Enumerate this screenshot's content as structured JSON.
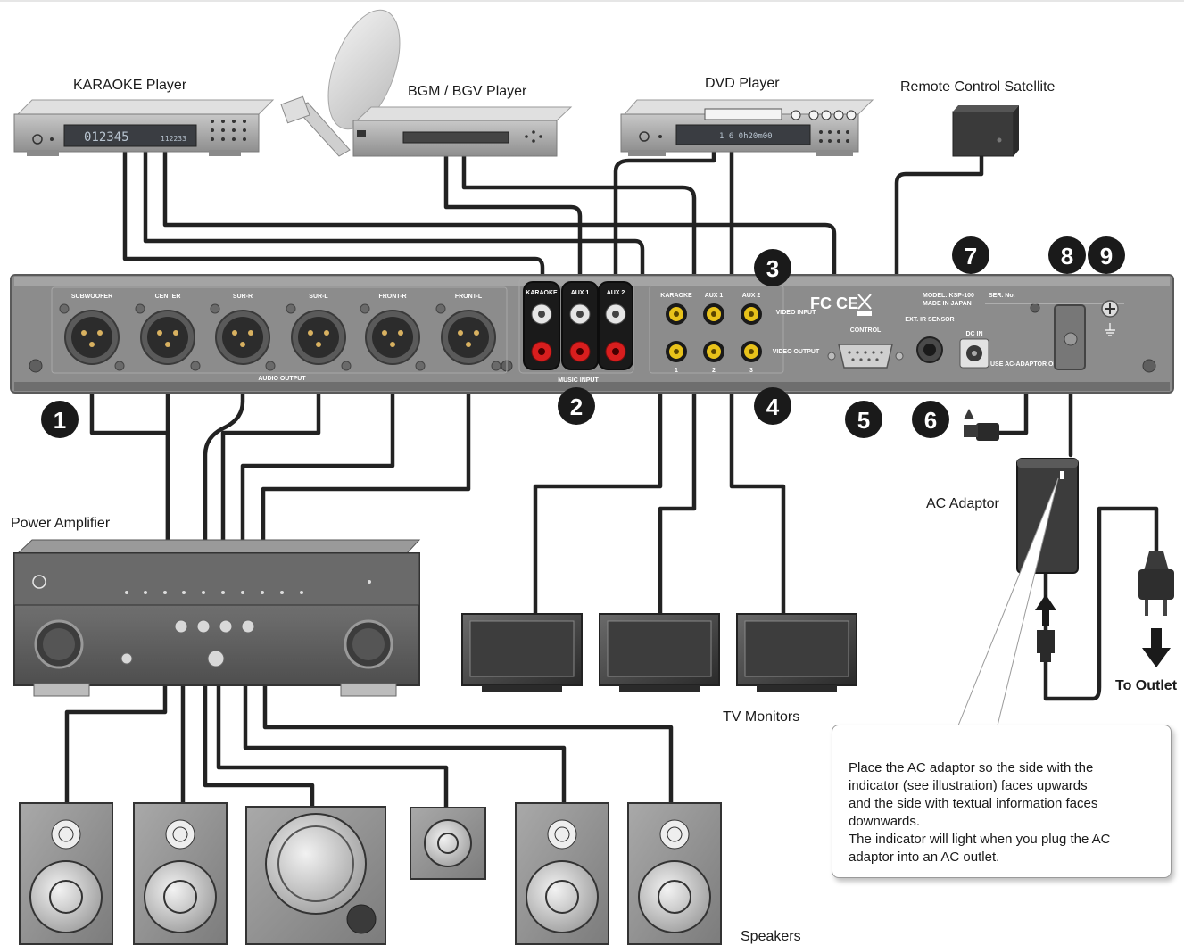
{
  "labels": {
    "karaoke_player": "KARAOKE Player",
    "bgm_player": "BGM / BGV Player",
    "dvd_player": "DVD Player",
    "remote_satellite": "Remote Control Satellite",
    "power_amplifier": "Power Amplifier",
    "ac_adaptor": "AC Adaptor",
    "to_outlet": "To Outlet",
    "tv_monitors": "TV Monitors",
    "speakers": "Speakers"
  },
  "displays": {
    "karaoke_lcd_main": "012345",
    "karaoke_lcd_small": "112233",
    "dvd_lcd": "1 6 0h20m00"
  },
  "panel": {
    "audio_outputs": [
      "SUBWOOFER",
      "CENTER",
      "SUR-R",
      "SUR-L",
      "FRONT-R",
      "FRONT-L"
    ],
    "audio_output_label": "AUDIO OUTPUT",
    "music_inputs": [
      "KARAOKE",
      "AUX 1",
      "AUX 2"
    ],
    "music_input_label": "MUSIC INPUT",
    "video_inputs": [
      "KARAOKE",
      "AUX 1",
      "AUX 2"
    ],
    "video_input_label": "VIDEO INPUT",
    "video_output_numbers": [
      "1",
      "2",
      "3"
    ],
    "video_output_label": "VIDEO OUTPUT",
    "control_label": "CONTROL",
    "ext_ir_sensor_label": "EXT. IR SENSOR",
    "dc_in_label": "DC IN",
    "model_label": "MODEL: KSP-100",
    "made_in_label": "MADE IN JAPAN",
    "ser_label": "SER. No.",
    "adaptor_note": "USE AC-ADAPTOR ONLY"
  },
  "callout_numbers": [
    "1",
    "2",
    "3",
    "4",
    "5",
    "6",
    "7",
    "8",
    "9"
  ],
  "note": "Place the AC adaptor so the side with the\nindicator (see illustration) faces upwards\nand the side with textual information faces\ndownwards.\nThe indicator will light when you plug the AC\nadaptor into an AC outlet.",
  "colors": {
    "panel": "#8f8f8f",
    "cable": "#1f1f1f",
    "rca_white": "#e6e6e6",
    "rca_red": "#d81e1e",
    "rca_yellow": "#e8c21a",
    "callout_badge": "#1a1a1a"
  }
}
